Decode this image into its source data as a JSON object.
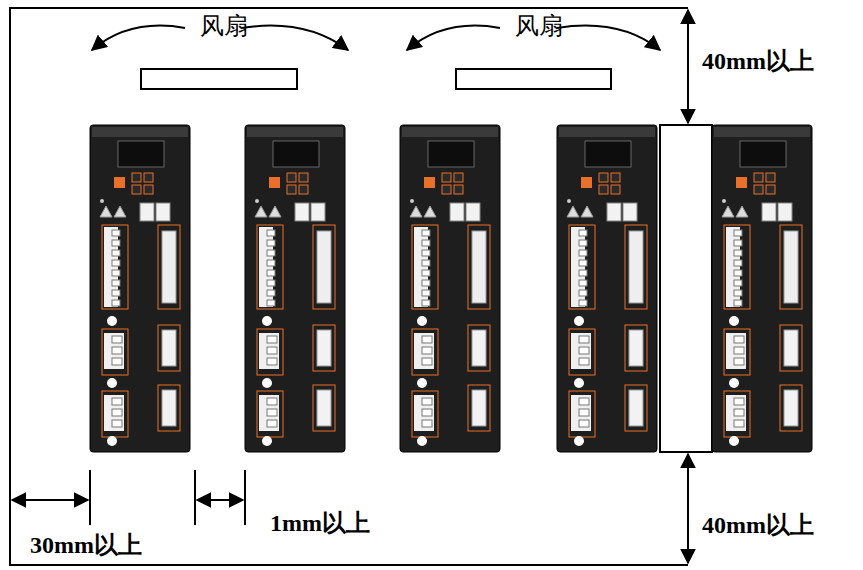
{
  "diagram": {
    "nodes": [
      {
        "text": [
          "风扇"
        ]
      },
      {
        "text": [
          "风扇"
        ]
      }
    ],
    "labels": [
      "40mm以上",
      "40mm以上",
      "30mm以上",
      "1mm以上"
    ]
  }
}
